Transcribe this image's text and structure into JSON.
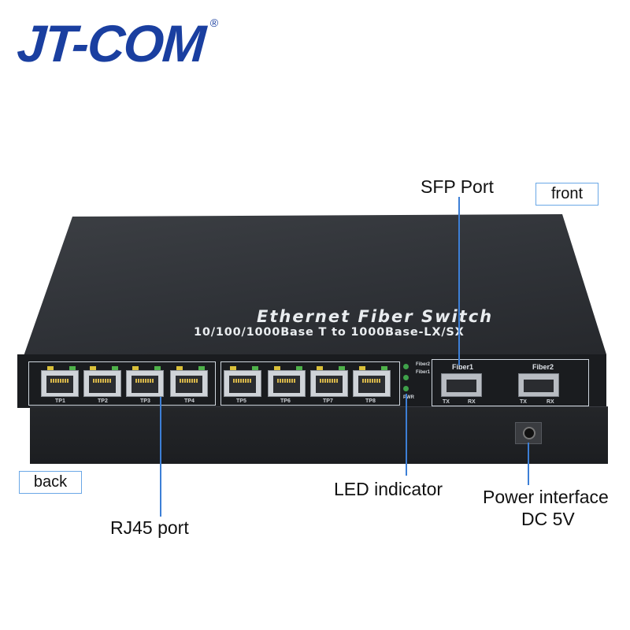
{
  "brand": {
    "name": "JT-COM",
    "registered": "®"
  },
  "device": {
    "title": "Ethernet Fiber Switch",
    "subtitle": "10/100/1000Base T to 1000Base-LX/SX",
    "rj45_ports": [
      "TP1",
      "TP2",
      "TP3",
      "TP4",
      "TP5",
      "TP6",
      "TP7",
      "TP8"
    ],
    "status_leds": [
      "Fiber2",
      "Fiber1",
      "PWR"
    ],
    "sfp_ports": [
      {
        "label": "Fiber1",
        "tx": "TX",
        "rx": "RX"
      },
      {
        "label": "Fiber2",
        "tx": "TX",
        "rx": "RX"
      }
    ]
  },
  "annotations": {
    "sfp_port": "SFP Port",
    "front": "front",
    "back": "back",
    "rj45_port": "RJ45 port",
    "led_indicator": "LED indicator",
    "power_line1": "Power interface",
    "power_line2": "DC 5V"
  },
  "colors": {
    "brand": "#1a3fa0",
    "pointer": "#3d7fd6",
    "device": "#2f3237"
  }
}
